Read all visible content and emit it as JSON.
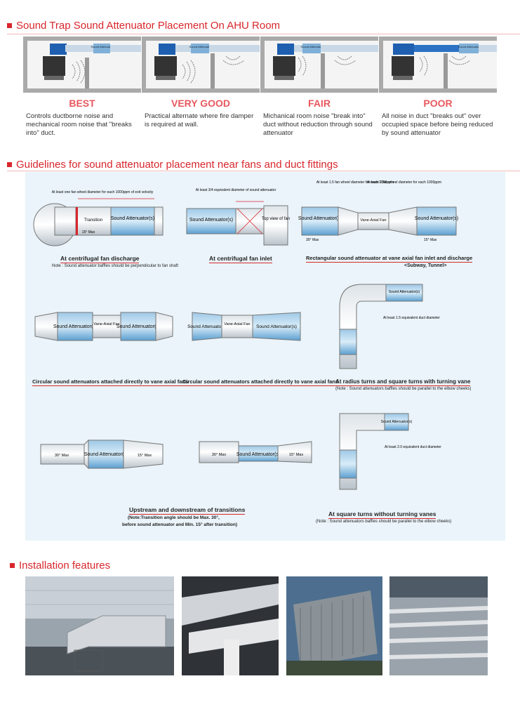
{
  "section1": {
    "title": "Sound Trap Sound Attenuator Placement On AHU Room",
    "attenuator_label": "Sound Attenuator",
    "items": [
      {
        "rating": "BEST",
        "desc": "Controls ductborne noise and mechanical room noise that \"breaks into\" duct."
      },
      {
        "rating": "VERY GOOD",
        "desc": "Practical alternate where fire damper is required at wall."
      },
      {
        "rating": "FAIR",
        "desc": "Michanical room noise \"break into\" duct without reduction through sound attenuator"
      },
      {
        "rating": "POOR",
        "desc": "All noise in duct \"breaks out\" over occupied space before being reduced by sound attenuator"
      }
    ]
  },
  "section2": {
    "title": "Guidelines for sound attenuator placement near fans and duct fittings",
    "labels": {
      "sound_attenuator": "Sound Attenuator(s)",
      "transition": "Transition",
      "vane_axial_fan": "Vane-Axial Fan",
      "top_view_fan": "Top view of fan",
      "deg30": "30° Max",
      "deg15": "15° Max"
    },
    "notes": {
      "n1": "At least one fan wheel diameter for each 1000ppm of exit velocity",
      "n2": "At least 3/4 equivalent diameter of sound attenuator",
      "n3": "At least 1.5 fan wheel diameter for each 1000ppm",
      "n4": "At least 2 fan wheel diameter for each 1000ppm",
      "n5": "At least 1.5 equivalent duct diameter",
      "n6": "At least 2.0 equivalent duct diameter"
    },
    "captions": {
      "c1": "At centrifugal fan discharge",
      "c1_note": "Note : Sound attenuator baffles should be perpendicular to fan shaft",
      "c2": "At centrifugal fan inlet",
      "c3": "Rectangular sound attenuator at vane axial fan inlet and discharge",
      "c3_sub": "<Subway, Tunnel>",
      "c4": "Circular sound attenuators attached directly to vane axial fans",
      "c5": "Circular sound attenuators attached directly to vane axial fans",
      "c6": "At radius turns and square turns with turning vane",
      "c6_note": "(Note : Sound attenuators baffles should be parallel to the elbow cheeks)",
      "c7": "Upstream and downstream of transitions",
      "c7_note1": "(Note:Transition angle should be Max. 30°,",
      "c7_note2": "before sound attenuator and Min. 15° after transition)",
      "c8": "At square turns without turning vanes",
      "c8_note": "(Note : Sound attenuators baffles should be parallel to the elbow cheeks)"
    }
  },
  "section3": {
    "title": "Installation features"
  },
  "colors": {
    "accent": "#d8262c",
    "rating": "#e8585e",
    "attenuator": "#5b9fd0",
    "panel": "#eaf4fa"
  }
}
